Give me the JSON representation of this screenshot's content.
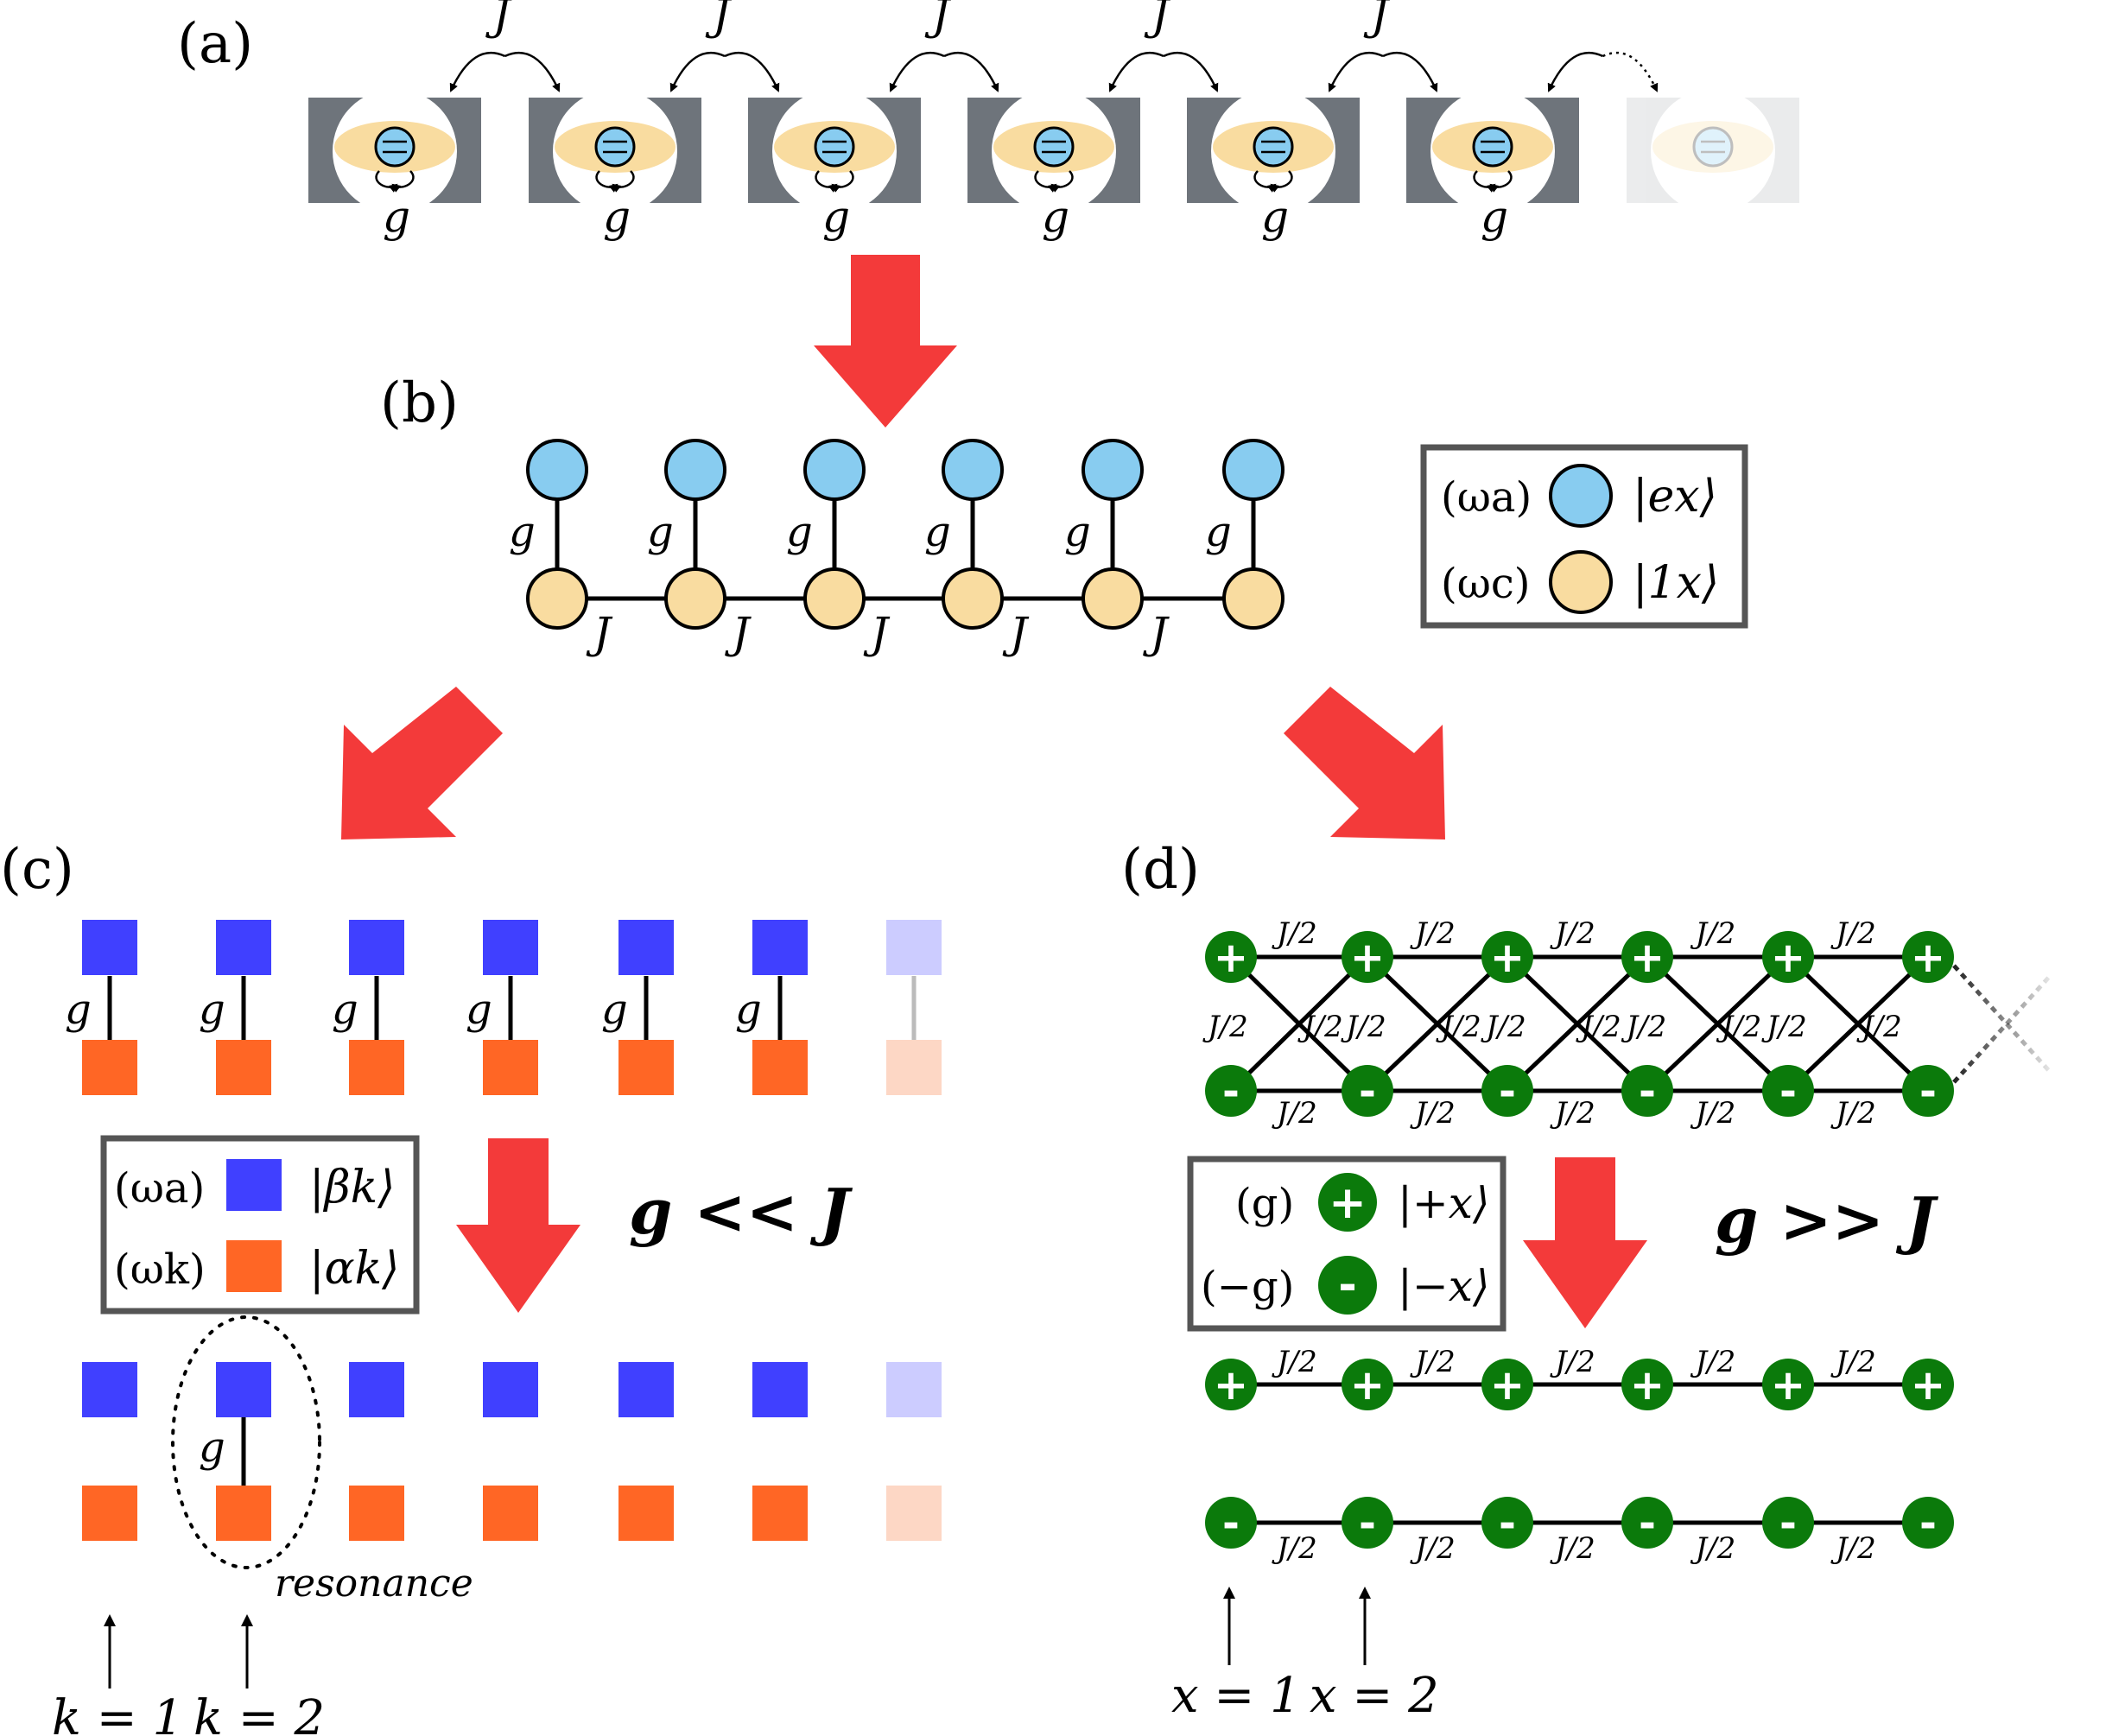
{
  "panels": {
    "a": "(a)",
    "b": "(b)",
    "c": "(c)",
    "d": "(d)"
  },
  "symbols": {
    "J": "J",
    "g": "g",
    "J_half": "J/2"
  },
  "legend_b": {
    "row1_freq": "(ωa)",
    "row1_state": "|ex⟩",
    "row2_freq": "(ωc)",
    "row2_state": "|1x⟩"
  },
  "legend_c": {
    "row1_freq": "(ωa)",
    "row1_state": "|βk⟩",
    "row2_freq": "(ωk)",
    "row2_state": "|αk⟩"
  },
  "legend_d": {
    "row1_freq": "(g)",
    "row1_state": "|+x⟩",
    "row2_freq": "(−g)",
    "row2_state": "|−x⟩"
  },
  "regimes": {
    "c": "g << J",
    "d": "g >> J"
  },
  "annotations": {
    "resonance": "resonance",
    "k1": "k = 1",
    "k2": "k = 2",
    "x1": "x = 1",
    "x2": "x = 2"
  },
  "signs": {
    "plus": "+",
    "minus": "-"
  },
  "colors": {
    "atom_blue": "#88ccf0",
    "cavity_yellow": "#f9dca0",
    "square_blue": "#4040ff",
    "square_orange": "#ff6625",
    "green": "#0b7a0b",
    "arrow_red": "#f33a3a",
    "dark_gray": "#6e747b",
    "light_gray": "#d9dadb",
    "legend_border": "#555555"
  }
}
